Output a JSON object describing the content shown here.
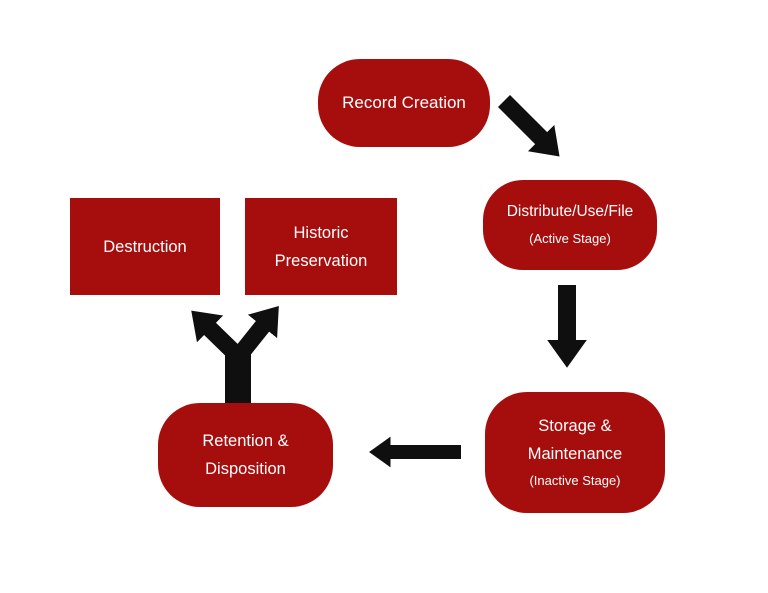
{
  "diagram": {
    "type": "flowchart",
    "subject": "records lifecycle",
    "colors": {
      "node_fill": "#A60D0D",
      "node_text": "#FFFFFF",
      "arrow": "#0F0F0F",
      "background": "#FFFFFF"
    },
    "nodes": {
      "record_creation": {
        "line1": "Record Creation"
      },
      "distribute": {
        "line1": "Distribute/Use/File",
        "line2": "(Active Stage)"
      },
      "storage": {
        "line1": "Storage &",
        "line2": "Maintenance",
        "line3": "(Inactive Stage)"
      },
      "retention": {
        "line1": "Retention &",
        "line2": "Disposition"
      },
      "destruction": {
        "line1": "Destruction"
      },
      "historic": {
        "line1": "Historic",
        "line2": "Preservation"
      }
    },
    "arrows": [
      {
        "from": "Record Creation",
        "to": "Distribute/Use/File",
        "direction": "down-right"
      },
      {
        "from": "Distribute/Use/File",
        "to": "Storage & Maintenance",
        "direction": "down"
      },
      {
        "from": "Storage & Maintenance",
        "to": "Retention & Disposition",
        "direction": "left"
      },
      {
        "from": "Retention & Disposition",
        "to": "Destruction",
        "direction": "up-left-fork"
      },
      {
        "from": "Retention & Disposition",
        "to": "Historic Preservation",
        "direction": "up-right-fork"
      }
    ]
  }
}
